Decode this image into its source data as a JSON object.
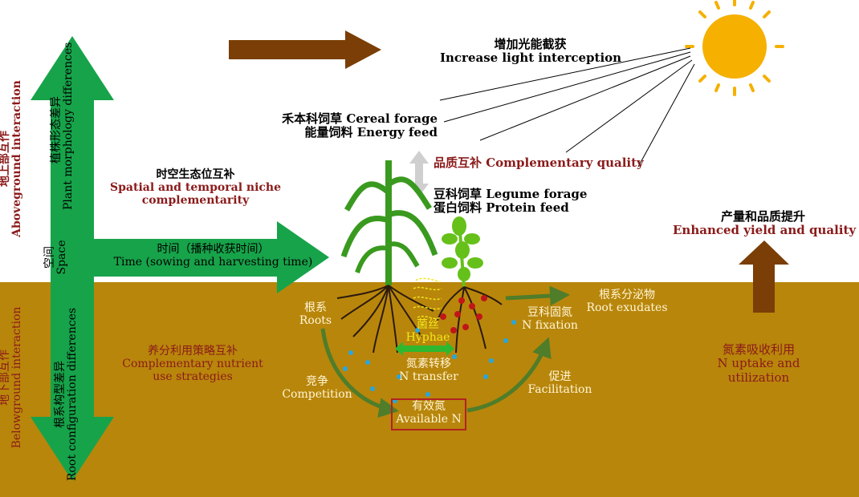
{
  "colors": {
    "soil": "#b8860b",
    "green_arrow": "#17a34a",
    "brown_arrow": "#7a3e06",
    "dark_red_text": "#8b1a1a",
    "sun": "#f5b000",
    "corn_green": "#3a9a1f",
    "legume_green": "#66c01a",
    "nutrient_dot": "#27a6dd",
    "nodule_red": "#c0161a",
    "light_text": "#fff6d6"
  },
  "icons": [
    "sun-icon",
    "corn-plant-icon",
    "legume-plant-icon",
    "hyphae-icon"
  ],
  "light": {
    "zh": "增加光能截获",
    "en": "Increase light interception"
  },
  "cereal": {
    "line1": "禾本科饲草 Cereal forage",
    "line2": "能量饲料 Energy feed"
  },
  "complementary_quality": "品质互补 Complementary quality",
  "legume": {
    "line1": "豆科饲草 Legume forage",
    "line2": "蛋白饲料 Protein feed"
  },
  "niche": {
    "zh": "时空生态位互补",
    "en_line1": "Spatial and temporal niche",
    "en_line2": "complementarity"
  },
  "time": {
    "zh": "时间（播种收获时间）",
    "en": "Time (sowing and harvesting time)"
  },
  "space": {
    "zh": "空间",
    "en": "Space"
  },
  "aboveground": {
    "zh": "地上部互作",
    "en": "Aboveground interaction"
  },
  "belowground": {
    "zh": "地下部互作",
    "en": "Belowground interaction"
  },
  "plant_morph": {
    "zh": "植株形态差异",
    "en": "Plant morphology differences"
  },
  "root_config": {
    "zh": "根系构型差异",
    "en": "Root configuration differences"
  },
  "yield": {
    "zh": "产量和品质提升",
    "en": "Enhanced yield and quality"
  },
  "nutrient_strategy": {
    "zh": "养分利用策略互补",
    "en_line1": "Complementary nutrient",
    "en_line2": "use strategies"
  },
  "roots": {
    "zh": "根系",
    "en": "Roots"
  },
  "hyphae": {
    "zh": "菌丝",
    "en": "Hyphae"
  },
  "n_transfer": {
    "zh": "氮素转移",
    "en": "N transfer"
  },
  "competition": {
    "zh": "竞争",
    "en": "Competition"
  },
  "available_n": {
    "zh": "有效氮",
    "en": "Available N"
  },
  "facilitation": {
    "zh": "促进",
    "en": "Facilitation"
  },
  "n_fixation": {
    "zh": "豆科固氮",
    "en": "N fixation"
  },
  "root_exudates": {
    "zh": "根系分泌物",
    "en": "Root exudates"
  },
  "n_uptake": {
    "zh": "氮素吸收利用",
    "en_line1": "N uptake and",
    "en_line2": "utilization"
  }
}
